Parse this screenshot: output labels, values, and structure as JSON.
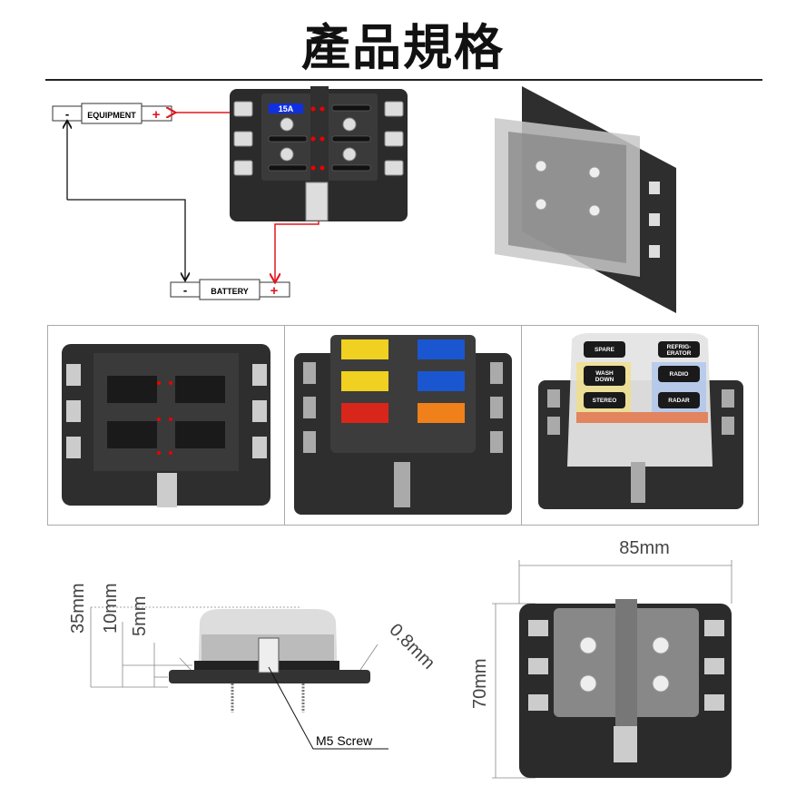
{
  "title": "產品規格",
  "wiring": {
    "equipment": {
      "minus": "-",
      "label": "EQUIPMENT",
      "plus": "+"
    },
    "battery": {
      "minus": "-",
      "label": "BATTERY",
      "plus": "+"
    },
    "fuse_rating": "15A"
  },
  "panels": {
    "labels": [
      "SPARE",
      "REFRIG-",
      "ERATOR",
      "WASH",
      "DOWN",
      "RADIO",
      "STEREO",
      "RADAR"
    ]
  },
  "dimensions": {
    "width": "85mm",
    "length": "70mm",
    "height_total": "35mm",
    "height_base": "10mm",
    "height_plate": "5mm",
    "gap": "0.8mm",
    "screw": "M5 Screw"
  },
  "colors": {
    "wire_positive": "#e0181e",
    "wire_negative": "#111111",
    "body": "#2b2b2b",
    "fuse_label": "#1030e0"
  }
}
